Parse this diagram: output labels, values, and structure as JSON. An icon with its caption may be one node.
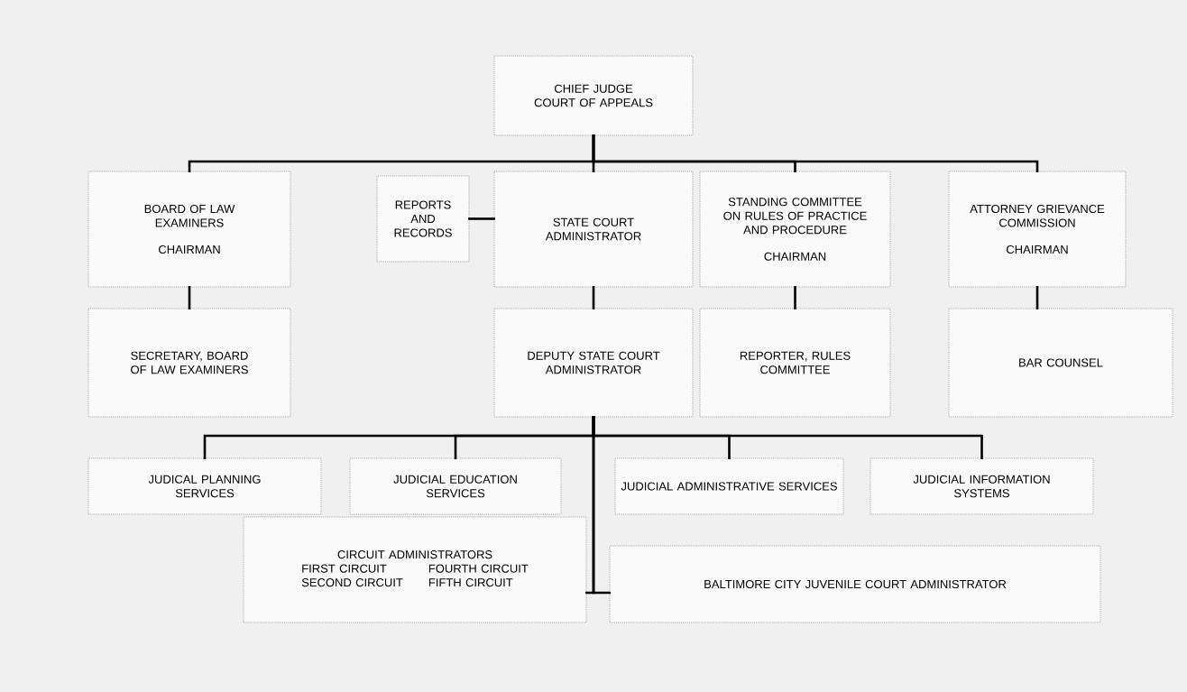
{
  "diagram": {
    "nodes": [
      {
        "text": [
          "CHIEF JUDGE COURT OF APPEALS"
        ]
      },
      {
        "text": [
          "BOARD OF LAW EXAMINERS",
          "CHAIRMAN"
        ]
      },
      {
        "text": [
          "REPORTS AND RECORDS"
        ]
      },
      {
        "text": [
          "STATE COURT ADMINISTRATOR"
        ]
      },
      {
        "text": [
          "STANDING COMMITTEE ON RULES OF PRACTICE AND PROCEDURE",
          "CHAIRMAN"
        ]
      },
      {
        "text": [
          "ATTORNEY GRIEVANCE COMMISSION",
          "CHAIRMAN"
        ]
      },
      {
        "text": [
          "SECRETARY, BOARD OF LAW EXAMINERS"
        ]
      },
      {
        "text": [
          "DEPUTY STATE COURT ADMINISTRATOR"
        ]
      },
      {
        "text": [
          "REPORTER, RULES COMMITTEE"
        ]
      },
      {
        "text": [
          "BAR COUNSEL"
        ]
      },
      {
        "text": [
          "JUDICAL PLANNING SERVICES"
        ]
      },
      {
        "text": [
          "JUDICIAL EDUCATION SERVICES"
        ]
      },
      {
        "text": [
          "JUDICIAL ADMINISTRATIVE SERVICES"
        ]
      },
      {
        "text": [
          "JUDICIAL INFORMATION SYSTEMS"
        ]
      },
      {
        "text": [
          "CIRCUIT ADMINISTRATORS",
          "FIRST CIRCUIT",
          "FOURTH CIRCUIT",
          "SECOND CIRCUIT",
          "FIFTH CIRCUIT"
        ]
      },
      {
        "text": [
          "BALTIMORE CITY JUVENILE COURT ADMINISTRATOR"
        ]
      }
    ],
    "edges": [
      {
        "from": 0,
        "to": 1,
        "arrow": "none"
      },
      {
        "from": 0,
        "to": 3,
        "arrow": "none"
      },
      {
        "from": 0,
        "to": 4,
        "arrow": "none"
      },
      {
        "from": 0,
        "to": 5,
        "arrow": "none"
      },
      {
        "from": 2,
        "to": 3,
        "arrow": "none"
      },
      {
        "from": 1,
        "to": 6,
        "arrow": "none"
      },
      {
        "from": 3,
        "to": 7,
        "arrow": "none"
      },
      {
        "from": 4,
        "to": 8,
        "arrow": "none"
      },
      {
        "from": 5,
        "to": 9,
        "arrow": "none"
      },
      {
        "from": 7,
        "to": 10,
        "arrow": "none"
      },
      {
        "from": 7,
        "to": 11,
        "arrow": "none"
      },
      {
        "from": 7,
        "to": 12,
        "arrow": "none"
      },
      {
        "from": 7,
        "to": 13,
        "arrow": "none"
      },
      {
        "from": 7,
        "to": 14,
        "arrow": "none"
      },
      {
        "from": 7,
        "to": 15,
        "arrow": "none"
      }
    ]
  }
}
